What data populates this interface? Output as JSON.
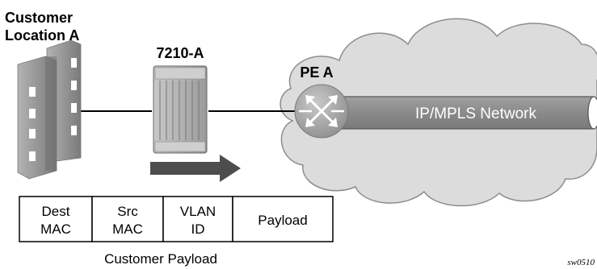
{
  "labels": {
    "customer_location_line1": "Customer",
    "customer_location_line2": "Location A",
    "device": "7210-A",
    "pe": "PE A",
    "network": "IP/MPLS Network",
    "figure_id": "sw0510"
  },
  "frame": {
    "fields": [
      {
        "line1": "Dest",
        "line2": "MAC"
      },
      {
        "line1": "Src",
        "line2": "MAC"
      },
      {
        "line1": "VLAN",
        "line2": "ID"
      },
      {
        "line1": "Payload",
        "line2": ""
      }
    ],
    "caption": "Customer Payload"
  },
  "icons": {
    "building": "building-icon",
    "switch": "switch-icon",
    "router": "router-icon",
    "cloud": "cloud-icon",
    "arrow": "direction-arrow-icon"
  },
  "colors": {
    "building_fill": "#8c8c8c",
    "switch_fill": "#b0b0b0",
    "arrow_fill": "#4d4d4d",
    "cloud_fill": "#dcdcdc",
    "tunnel_fill": "#8f8f8f",
    "router_fill": "#a6a6a6"
  }
}
